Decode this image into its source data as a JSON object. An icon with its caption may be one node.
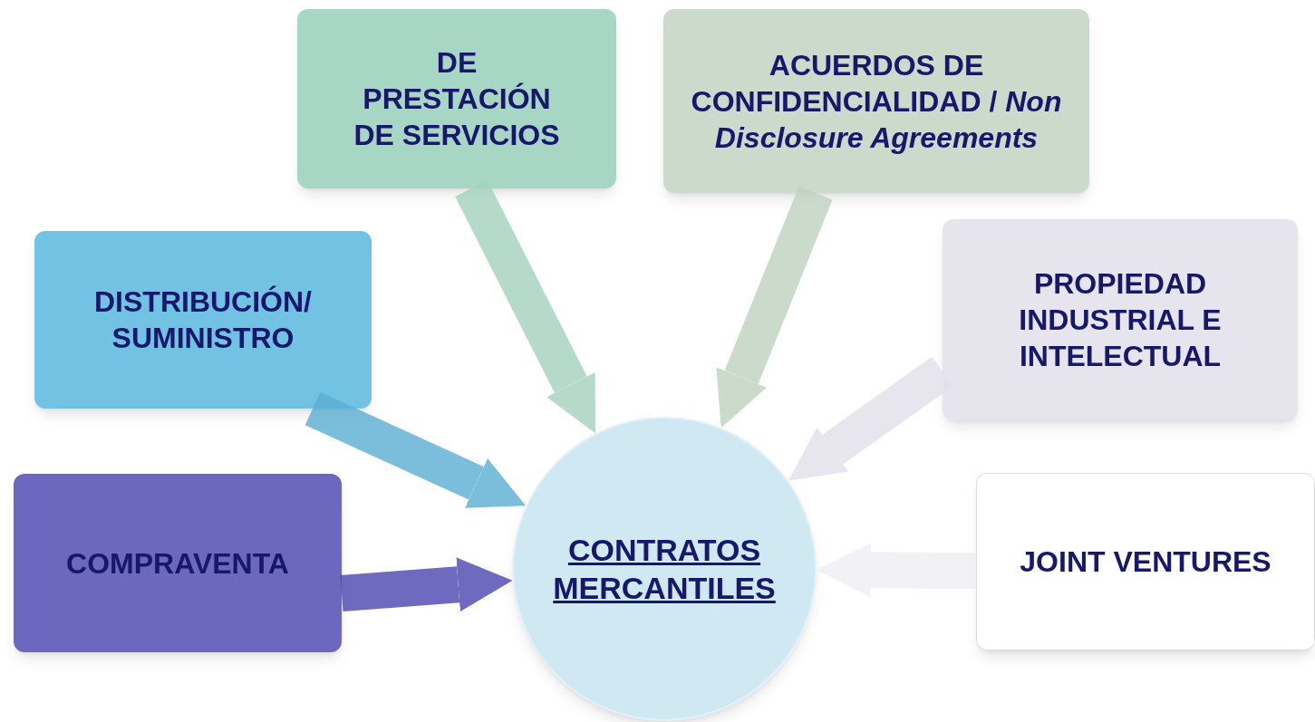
{
  "diagram": {
    "nodes": [
      {
        "text": [
          "CONTRATOS MERCANTILES"
        ]
      },
      {
        "text": [
          "COMPRAVENTA"
        ]
      },
      {
        "text": [
          "DISTRIBUCIÓN/ SUMINISTRO"
        ]
      },
      {
        "text": [
          "DE PRESTACIÓN DE SERVICIOS"
        ]
      },
      {
        "text": [
          "ACUERDOS DE CONFIDENCIALIDAD / *Non Disclosure Agreements*"
        ]
      },
      {
        "text": [
          "PROPIEDAD INDUSTRIAL E INTELECTUAL"
        ]
      },
      {
        "text": [
          "JOINT VENTURES"
        ]
      }
    ],
    "edges": [
      {
        "from": 1,
        "to": 0,
        "arrow": "to",
        "color": "#4a45b0"
      },
      {
        "from": 2,
        "to": 0,
        "arrow": "to",
        "color": "#5aaed3"
      },
      {
        "from": 3,
        "to": 0,
        "arrow": "to",
        "color": "#a3d2bd"
      },
      {
        "from": 4,
        "to": 0,
        "arrow": "to",
        "color": "#bfd3bf"
      },
      {
        "from": 5,
        "to": 0,
        "arrow": "to",
        "color": "#e2e0ea"
      },
      {
        "from": 6,
        "to": 0,
        "arrow": "to",
        "color": "#eeeef4"
      }
    ]
  }
}
